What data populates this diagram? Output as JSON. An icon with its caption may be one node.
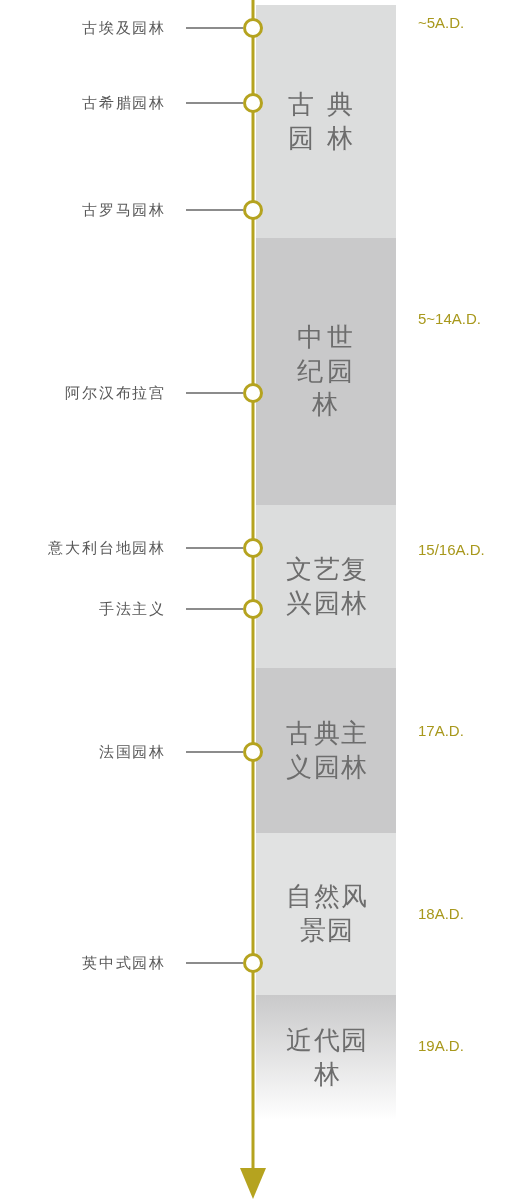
{
  "diagram": {
    "nodes": [
      {
        "text": [
          "古典园林"
        ],
        "beside": [
          "~5A.D."
        ]
      },
      {
        "text": [
          "中世纪园林"
        ],
        "beside": [
          "5~14A.D."
        ]
      },
      {
        "text": [
          "文艺复兴园林"
        ],
        "beside": [
          "15/16A.D."
        ]
      },
      {
        "text": [
          "古典主义园林"
        ],
        "beside": [
          "17A.D."
        ]
      },
      {
        "text": [
          "自然风景园"
        ],
        "beside": [
          "18A.D."
        ]
      },
      {
        "text": [
          "近代园林"
        ],
        "beside": [
          "19A.D."
        ]
      },
      {
        "text": [
          "古埃及园林"
        ]
      },
      {
        "text": [
          "古希腊园林"
        ]
      },
      {
        "text": [
          "古罗马园林"
        ]
      },
      {
        "text": [
          "阿尔汉布拉宫"
        ]
      },
      {
        "text": [
          "意大利台地园林"
        ]
      },
      {
        "text": [
          "手法主义"
        ]
      },
      {
        "text": [
          "法国园林"
        ]
      },
      {
        "text": [
          "英中式园林"
        ]
      },
      {
        "text": [],
        "shape": "circle"
      },
      {
        "text": [],
        "shape": "circle"
      },
      {
        "text": [],
        "shape": "circle"
      },
      {
        "text": [],
        "shape": "circle"
      },
      {
        "text": [],
        "shape": "circle"
      },
      {
        "text": [],
        "shape": "circle"
      },
      {
        "text": [],
        "shape": "circle"
      },
      {
        "text": [],
        "shape": "circle"
      }
    ],
    "edges": [
      {
        "from": 6,
        "to": 14,
        "arrow": "none"
      },
      {
        "from": 7,
        "to": 15,
        "arrow": "none"
      },
      {
        "from": 8,
        "to": 16,
        "arrow": "none"
      },
      {
        "from": 9,
        "to": 17,
        "arrow": "none"
      },
      {
        "from": 10,
        "to": 18,
        "arrow": "none"
      },
      {
        "from": 11,
        "to": 19,
        "arrow": "none"
      },
      {
        "from": 12,
        "to": 20,
        "arrow": "none"
      },
      {
        "from": 13,
        "to": 21,
        "arrow": "none"
      }
    ]
  }
}
